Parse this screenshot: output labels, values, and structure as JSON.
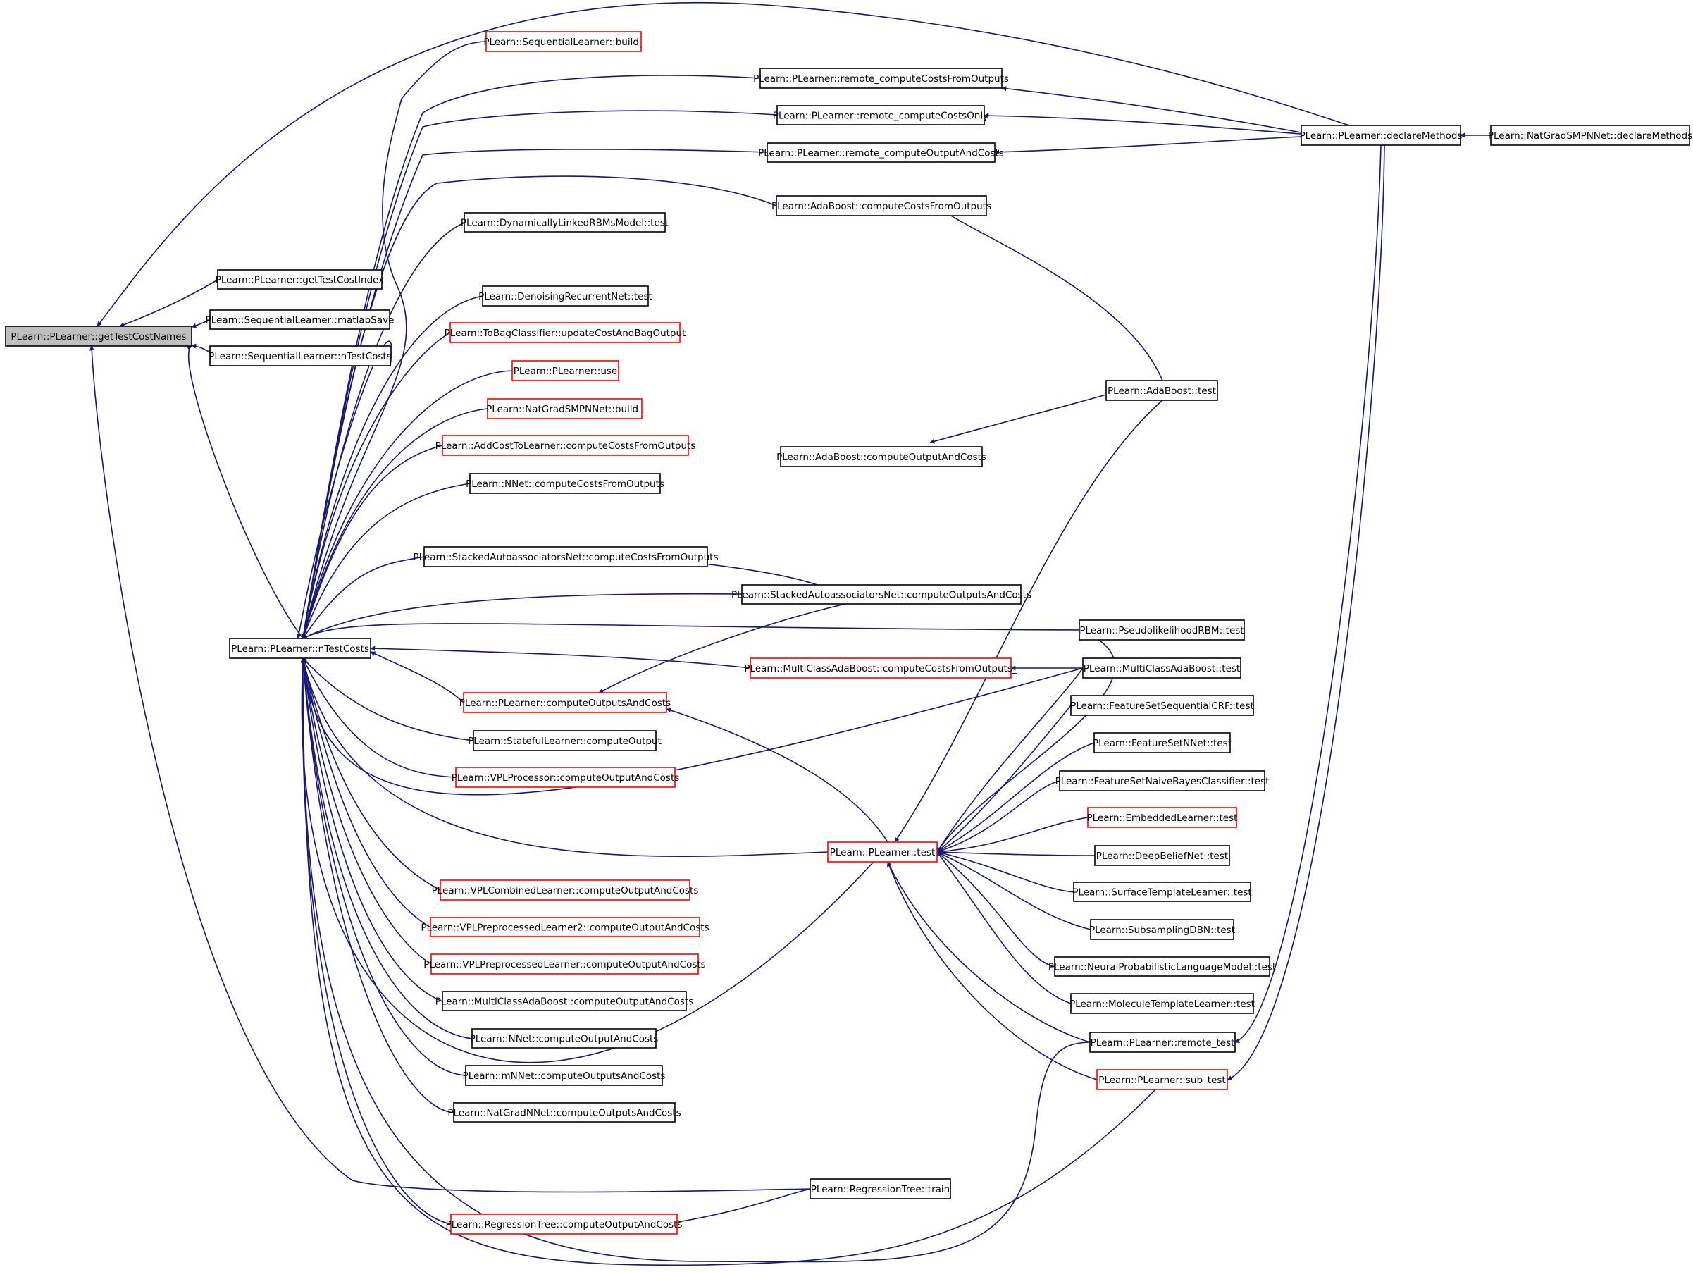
{
  "colors": {
    "edge": "#191970",
    "focus_fill": "#bfbfbf",
    "red_border": "#ff0000",
    "black_border": "#000000"
  },
  "nodes": [
    {
      "id": "getTestCostNames",
      "label": "PLearn::PLearner::getTestCostNames",
      "border": "black",
      "focus": true
    },
    {
      "id": "getTestCostIndex",
      "label": "PLearn::PLearner::getTestCostIndex",
      "border": "black"
    },
    {
      "id": "matlabSave",
      "label": "PLearn::SequentialLearner::matlabSave",
      "border": "black"
    },
    {
      "id": "seqNTestCosts",
      "label": "PLearn::SequentialLearner::nTestCosts",
      "border": "black"
    },
    {
      "id": "nTestCosts",
      "label": "PLearn::PLearner::nTestCosts",
      "border": "black"
    },
    {
      "id": "seqBuild",
      "label": "PLearn::SequentialLearner::build_",
      "border": "red"
    },
    {
      "id": "dlrbmTest",
      "label": "PLearn::DynamicallyLinkedRBMsModel::test",
      "border": "black"
    },
    {
      "id": "drnTest",
      "label": "PLearn::DenoisingRecurrentNet::test",
      "border": "black"
    },
    {
      "id": "toBag",
      "label": "PLearn::ToBagClassifier::updateCostAndBagOutput",
      "border": "red"
    },
    {
      "id": "use",
      "label": "PLearn::PLearner::use",
      "border": "red"
    },
    {
      "id": "ngsBuild",
      "label": "PLearn::NatGradSMPNNet::build_",
      "border": "red"
    },
    {
      "id": "addCost",
      "label": "PLearn::AddCostToLearner::computeCostsFromOutputs",
      "border": "red"
    },
    {
      "id": "nnetCCFO",
      "label": "PLearn::NNet::computeCostsFromOutputs",
      "border": "black"
    },
    {
      "id": "sanCCFO",
      "label": "PLearn::StackedAutoassociatorsNet::computeCostsFromOutputs",
      "border": "black"
    },
    {
      "id": "plCOAC",
      "label": "PLearn::PLearner::computeOutputsAndCosts",
      "border": "red"
    },
    {
      "id": "statefulCO",
      "label": "PLearn::StatefulLearner::computeOutput",
      "border": "black"
    },
    {
      "id": "vplProc",
      "label": "PLearn::VPLProcessor::computeOutputAndCosts",
      "border": "red"
    },
    {
      "id": "vplComb",
      "label": "PLearn::VPLCombinedLearner::computeOutputAndCosts",
      "border": "red"
    },
    {
      "id": "vplPre2",
      "label": "PLearn::VPLPreprocessedLearner2::computeOutputAndCosts",
      "border": "red"
    },
    {
      "id": "vplPre",
      "label": "PLearn::VPLPreprocessedLearner::computeOutputAndCosts",
      "border": "red"
    },
    {
      "id": "mcabCOAC",
      "label": "PLearn::MultiClassAdaBoost::computeOutputAndCosts",
      "border": "black"
    },
    {
      "id": "nnetCOAC",
      "label": "PLearn::NNet::computeOutputAndCosts",
      "border": "black"
    },
    {
      "id": "mnnetCOAC",
      "label": "PLearn::mNNet::computeOutputsAndCosts",
      "border": "black"
    },
    {
      "id": "ngnnCOAC",
      "label": "PLearn::NatGradNNet::computeOutputsAndCosts",
      "border": "black"
    },
    {
      "id": "rtCOAC",
      "label": "PLearn::RegressionTree::computeOutputAndCosts",
      "border": "red"
    },
    {
      "id": "remoteCCFO",
      "label": "PLearn::PLearner::remote_computeCostsFromOutputs",
      "border": "black"
    },
    {
      "id": "remoteCCO",
      "label": "PLearn::PLearner::remote_computeCostsOnly",
      "border": "black"
    },
    {
      "id": "remoteCOAC",
      "label": "PLearn::PLearner::remote_computeOutputAndCosts",
      "border": "black"
    },
    {
      "id": "abCCFO",
      "label": "PLearn::AdaBoost::computeCostsFromOutputs",
      "border": "black"
    },
    {
      "id": "abCOAC",
      "label": "PLearn::AdaBoost::computeOutputAndCosts",
      "border": "black"
    },
    {
      "id": "sanCOAC",
      "label": "PLearn::StackedAutoassociatorsNet::computeOutputsAndCosts",
      "border": "black"
    },
    {
      "id": "mcabCCFO",
      "label": "PLearn::MultiClassAdaBoost::computeCostsFromOutputs_",
      "border": "red"
    },
    {
      "id": "plTest",
      "label": "PLearn::PLearner::test",
      "border": "red"
    },
    {
      "id": "rtTrain",
      "label": "PLearn::RegressionTree::train",
      "border": "black"
    },
    {
      "id": "abTest",
      "label": "PLearn::AdaBoost::test",
      "border": "black"
    },
    {
      "id": "plrbmTest",
      "label": "PLearn::PseudolikelihoodRBM::test",
      "border": "black"
    },
    {
      "id": "mcabTest",
      "label": "PLearn::MultiClassAdaBoost::test",
      "border": "black"
    },
    {
      "id": "fscrfTest",
      "label": "PLearn::FeatureSetSequentialCRF::test",
      "border": "black"
    },
    {
      "id": "fsnnTest",
      "label": "PLearn::FeatureSetNNet::test",
      "border": "black"
    },
    {
      "id": "fsnbTest",
      "label": "PLearn::FeatureSetNaiveBayesClassifier::test",
      "border": "black"
    },
    {
      "id": "embTest",
      "label": "PLearn::EmbeddedLearner::test",
      "border": "red"
    },
    {
      "id": "dbnTest",
      "label": "PLearn::DeepBeliefNet::test",
      "border": "black"
    },
    {
      "id": "stlTest",
      "label": "PLearn::SurfaceTemplateLearner::test",
      "border": "black"
    },
    {
      "id": "sdbnTest",
      "label": "PLearn::SubsamplingDBN::test",
      "border": "black"
    },
    {
      "id": "nplmTest",
      "label": "PLearn::NeuralProbabilisticLanguageModel::test",
      "border": "black"
    },
    {
      "id": "moltTest",
      "label": "PLearn::MoleculeTemplateLearner::test",
      "border": "black"
    },
    {
      "id": "remoteTest",
      "label": "PLearn::PLearner::remote_test",
      "border": "black"
    },
    {
      "id": "subTest",
      "label": "PLearn::PLearner::sub_test",
      "border": "red"
    },
    {
      "id": "declareMethods",
      "label": "PLearn::PLearner::declareMethods",
      "border": "black"
    },
    {
      "id": "ngsDeclare",
      "label": "PLearn::NatGradSMPNNet::declareMethods",
      "border": "black"
    }
  ]
}
